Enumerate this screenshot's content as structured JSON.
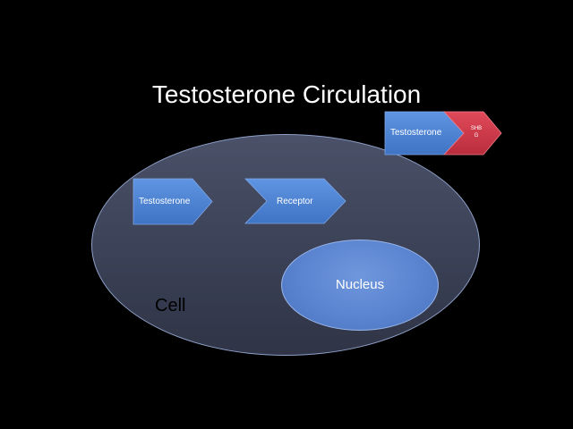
{
  "title": "Testosterone Circulation",
  "cell": {
    "label": "Cell"
  },
  "nucleus": {
    "label": "Nucleus"
  },
  "testosterone_inside": {
    "label": "Testosterone"
  },
  "receptor": {
    "label": "Receptor"
  },
  "bound_complex": {
    "testosterone_label": "Testosterone",
    "shbg_line1": "SHB",
    "shbg_line2": "G"
  },
  "colors": {
    "background": "#000000",
    "cell_fill": "#3b4156",
    "nucleus_fill": "#5a84d0",
    "arrow_blue": "#4f86d8",
    "shbg_red": "#d0394a"
  }
}
